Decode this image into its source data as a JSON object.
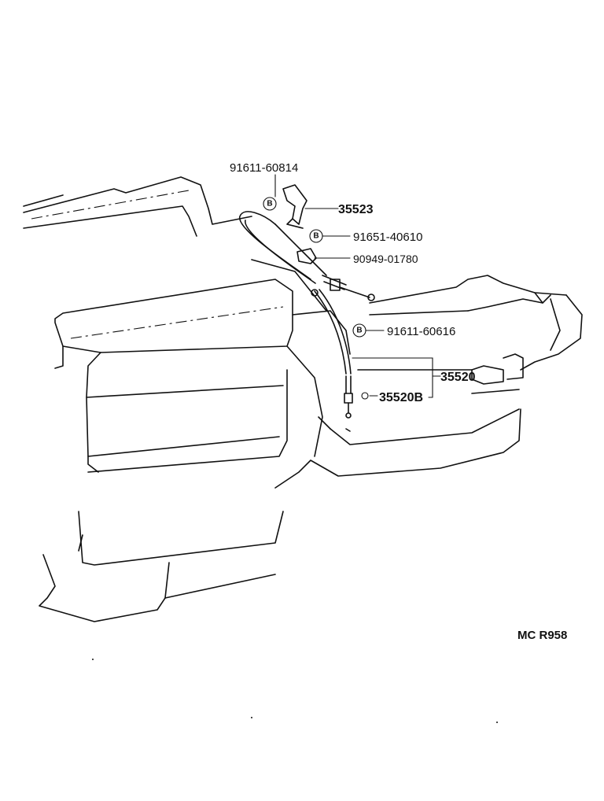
{
  "parts": {
    "p1": "91611-60814",
    "p2": "35523",
    "p3": "91651-40610",
    "p4": "90949-01780",
    "p5": "91611-60616",
    "p6": "35520",
    "p7": "35520B"
  },
  "badge": "B",
  "diagram_code": "MC R958"
}
